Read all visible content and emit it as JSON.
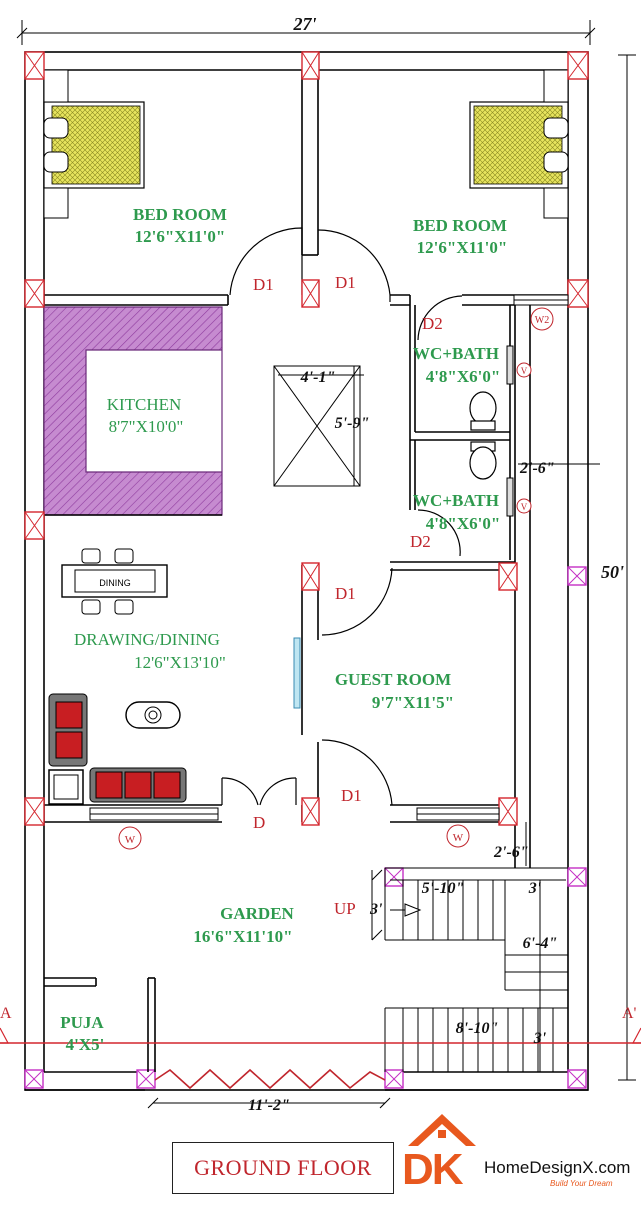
{
  "plan": {
    "overall_width": "27'",
    "overall_depth": "50'",
    "rooms": {
      "bed1": {
        "name": "BED ROOM",
        "size": "12'6\"X11'0\""
      },
      "bed2": {
        "name": "BED ROOM",
        "size": "12'6\"X11'0\""
      },
      "kitchen": {
        "name": "KITCHEN",
        "size": "8'7\"X10'0\""
      },
      "bath1": {
        "name": "WC+BATH",
        "size": "4'8\"X6'0\""
      },
      "bath2": {
        "name": "WC+BATH",
        "size": "4'8\"X6'0\""
      },
      "drawing": {
        "name": "DRAWING/DINING",
        "size": "12'6\"X13'10\""
      },
      "guest": {
        "name": "GUEST ROOM",
        "size": "9'7\"X11'5\""
      },
      "garden": {
        "name": "GARDEN",
        "size": "16'6\"X11'10\""
      },
      "puja": {
        "name": "PUJA",
        "size": "4'X5'"
      }
    },
    "doors": {
      "d1_a": "D1",
      "d1_b": "D1",
      "d1_c": "D1",
      "d1_d": "D1",
      "d2_a": "D2",
      "d2_b": "D2",
      "d_main": "D"
    },
    "windows": {
      "w_a": "W",
      "w_b": "W",
      "w2": "W2",
      "v_a": "V",
      "v_b": "V"
    },
    "dims": {
      "cutout_w": "4'-1\"",
      "cutout_h": "5'-9\"",
      "side_gap": "2'-6\"",
      "setback": "2'-6\"",
      "stair_run": "5'-10\"",
      "stair_w1": "3'",
      "stair_up_w": "3'",
      "landing": "6'-4\"",
      "lower_run": "8'-10\"",
      "stair_w2": "3'",
      "gate": "11'-2\""
    },
    "up_label": "UP",
    "dining_label": "DINING",
    "section_left": "A",
    "section_right": "A'"
  },
  "footer": {
    "floor_label": "GROUND FLOOR",
    "logo_dk": "DK",
    "logo_name": "HomeDesignX.com",
    "logo_tagline": "Build Your Dream"
  },
  "colors": {
    "room_text": "#2e9a4e",
    "door_text": "#c0262d",
    "column_red": "#d4262e",
    "column_magenta": "#c42fc4",
    "kitchen_counter": "#b25fbf",
    "logo_orange": "#e8581e"
  }
}
